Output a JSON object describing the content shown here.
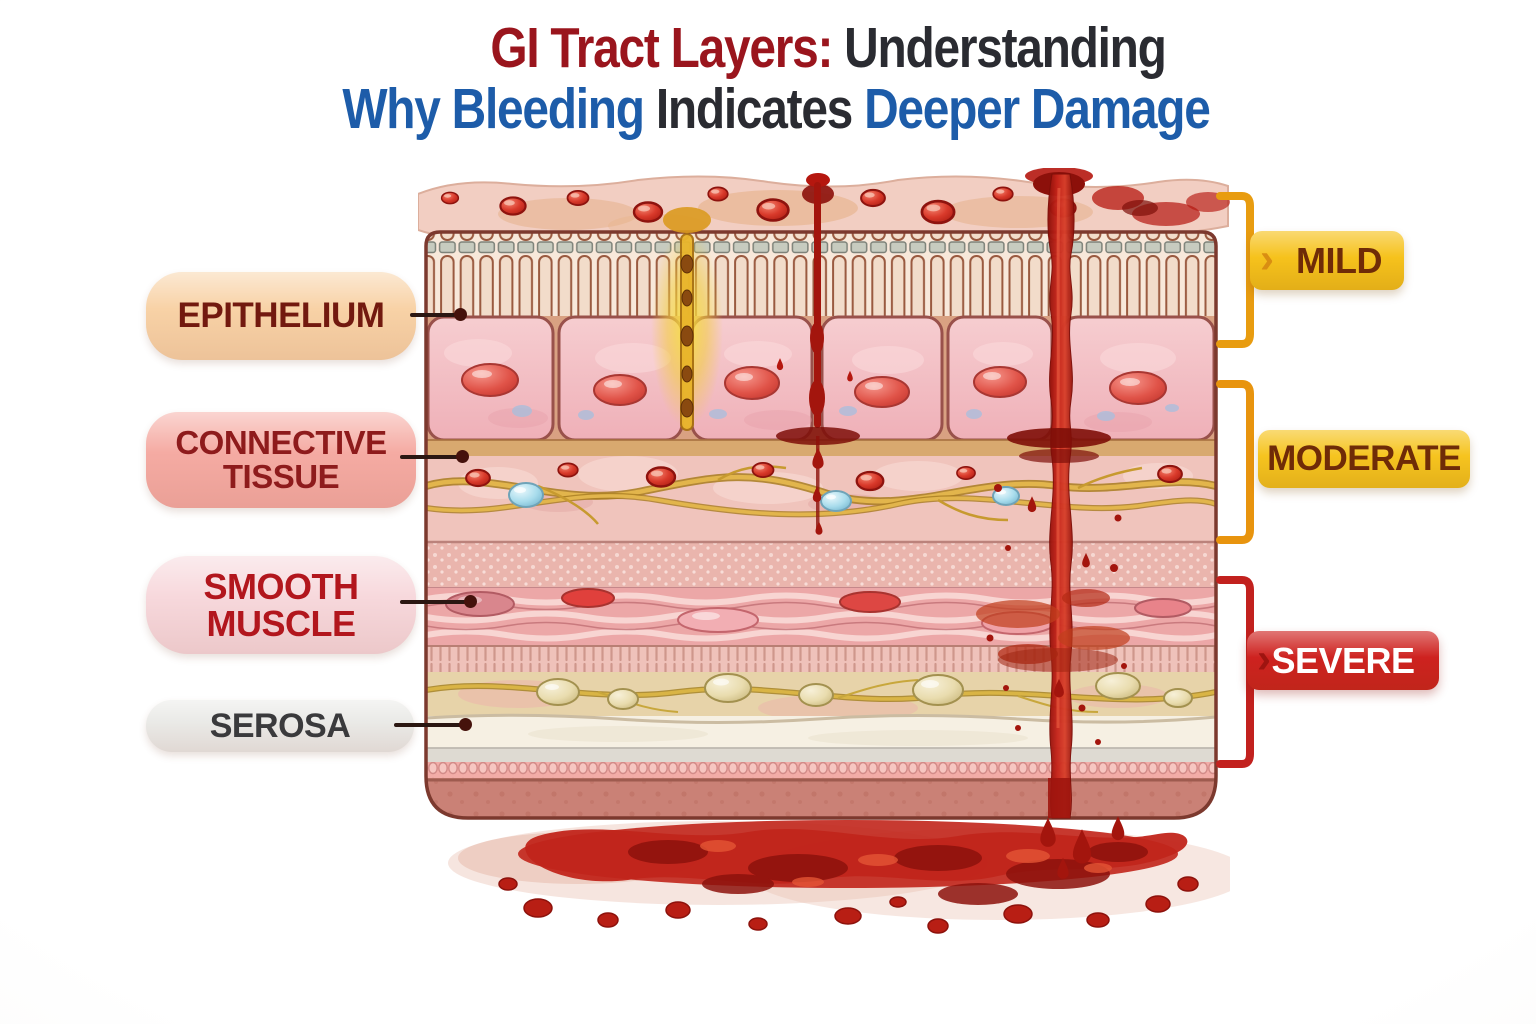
{
  "title": {
    "line1": [
      {
        "text": "GI Tract Layers:",
        "color": "#9A151D"
      },
      {
        "text": " Understanding",
        "color": "#2A2B31"
      }
    ],
    "line2": [
      {
        "text": "Why Bleeding",
        "color": "#1D5CA9"
      },
      {
        "text": " Indicates ",
        "color": "#2A2B31"
      },
      {
        "text": "Deeper Damage",
        "color": "#1D5CA9"
      }
    ]
  },
  "layer_labels": [
    {
      "label": "EPITHELIUM",
      "pill_bg": "#F8D2A6",
      "text_color": "#72190F"
    },
    {
      "label": "CONNECTIVE TISSUE",
      "pill_bg": "#F5ABA3",
      "text_color": "#8E1B1C"
    },
    {
      "label": "SMOOTH MUSCLE",
      "pill_bg": "#F7D8DC",
      "text_color": "#B2161D"
    },
    {
      "label": "SEROSA",
      "pill_bg": "#EAEAE7",
      "text_color": "#3A3A3C"
    }
  ],
  "severity_labels": [
    {
      "label": "MILD",
      "pill_bg": "#F6C21C",
      "text_color": "#6F2B07",
      "bracket_color": "#E89C10",
      "chevron": "›",
      "chevron_color": "#D98E12"
    },
    {
      "label": "MODERATE",
      "pill_bg": "#F6C41F",
      "text_color": "#6F2B07",
      "bracket_color": "#E8940E",
      "chevron": "›",
      "chevron_color": "#E8A525"
    },
    {
      "label": "SEVERE",
      "pill_bg": "#CE221F",
      "text_color": "#FFFFFF",
      "bracket_color": "#C2211E",
      "chevron": "›",
      "chevron_color": "#9E1410"
    }
  ],
  "theme": {
    "pointer_color": "#2B1712",
    "pointer_dot_color": "#45120C"
  }
}
